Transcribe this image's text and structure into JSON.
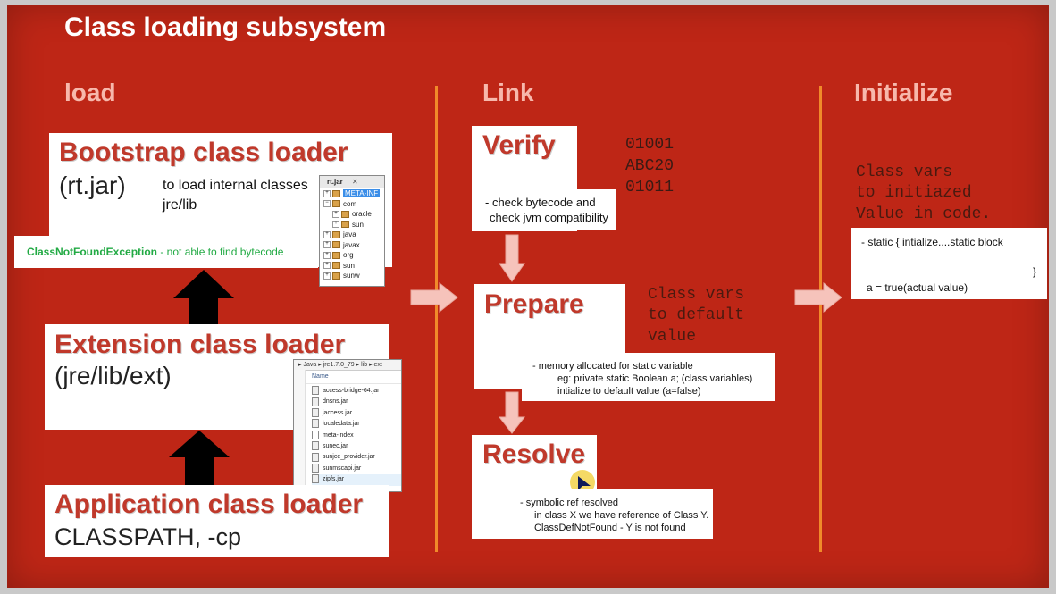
{
  "slide_title": "Class loading subsystem",
  "columns": {
    "load": "load",
    "link": "Link",
    "initialize": "Initialize"
  },
  "load": {
    "bootstrap": {
      "title": "Bootstrap class loader",
      "path": "(rt.jar)",
      "desc_line1": "to load internal classes",
      "desc_line2": "jre/lib",
      "exception_name": "ClassNotFoundException",
      "exception_desc": " - not able to find bytecode"
    },
    "rtjar_tree": {
      "tab_label": "rt.jar",
      "items": [
        "META-INF",
        "com",
        "oracle",
        "sun",
        "java",
        "javax",
        "org",
        "sun",
        "sunw"
      ]
    },
    "extension": {
      "title": "Extension class loader",
      "path": "(jre/lib/ext)"
    },
    "ext_explorer": {
      "breadcrumb": [
        "Java",
        "jre1.7.0_79",
        "lib",
        "ext"
      ],
      "column_header": "Name",
      "files": [
        "access-bridge-64.jar",
        "dnsns.jar",
        "jaccess.jar",
        "localedata.jar",
        "meta-index",
        "sunec.jar",
        "sunjce_provider.jar",
        "sunmscapi.jar",
        "zipfs.jar"
      ]
    },
    "application": {
      "title": "Application class loader",
      "path": "CLASSPATH, -cp"
    }
  },
  "link": {
    "verify": {
      "title": "Verify",
      "binary_lines": [
        "01001",
        "ABC20",
        "01011"
      ],
      "note_line1": "- check bytecode and",
      "note_line2": "check jvm compatibility"
    },
    "prepare": {
      "title": "Prepare",
      "side_lines": [
        "Class vars",
        "to default",
        "value"
      ],
      "note_line1": "- memory allocated for static variable",
      "note_line2": "eg: private static Boolean a; (class variables)",
      "note_line3": "intialize to default value (a=false)"
    },
    "resolve": {
      "title": "Resolve",
      "note_line1": "- symbolic ref resolved",
      "note_line2": "in class X we have reference of Class Y.",
      "note_line3": "ClassDefNotFound - Y is not found"
    }
  },
  "initialize": {
    "side_lines": [
      "Class vars",
      "to initiazed",
      "Value in code."
    ],
    "note_line1": "- static {  intialize....static block",
    "note_line2": "}",
    "note_line3": "a = true(actual value)"
  },
  "colors": {
    "slide_bg": "#be2616",
    "heading_red": "#c0392b",
    "column_heading": "#f7b8ac",
    "divider": "#f08a2a",
    "exception_green": "#22aa44",
    "arrow_pink": "#f6c3bb"
  }
}
